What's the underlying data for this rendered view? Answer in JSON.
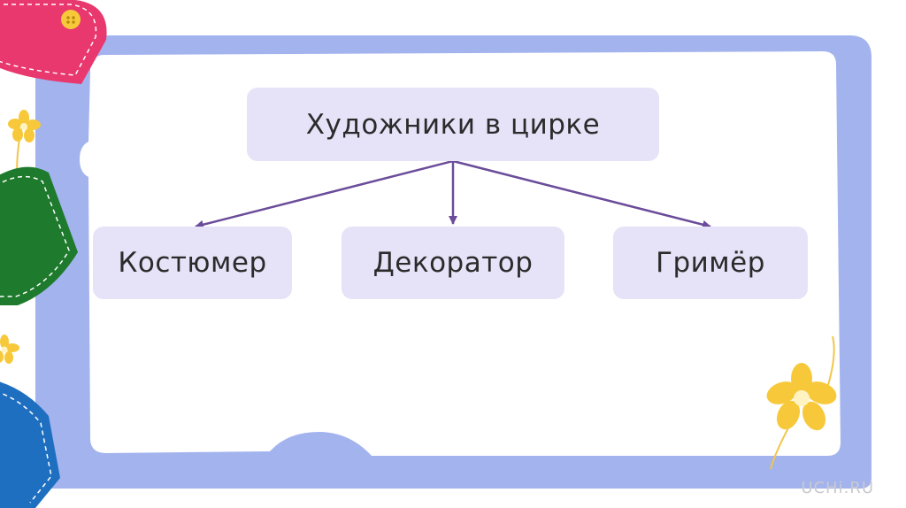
{
  "diagram": {
    "root": {
      "label": "Художники в цирке"
    },
    "children": [
      {
        "label": "Костюмер"
      },
      {
        "label": "Декоратор"
      },
      {
        "label": "Гримёр"
      }
    ]
  },
  "watermark": "UCHi.RU",
  "colors": {
    "frame": "#a3b3ee",
    "box": "#e6e3f8",
    "arrow": "#6b4c9a",
    "pink_tab": "#e8386e",
    "green_tab": "#1e7a2c",
    "blue_tab": "#1f6fc0",
    "flower": "#f7c93a"
  },
  "icons": [
    "button-icon",
    "flower-icon"
  ]
}
